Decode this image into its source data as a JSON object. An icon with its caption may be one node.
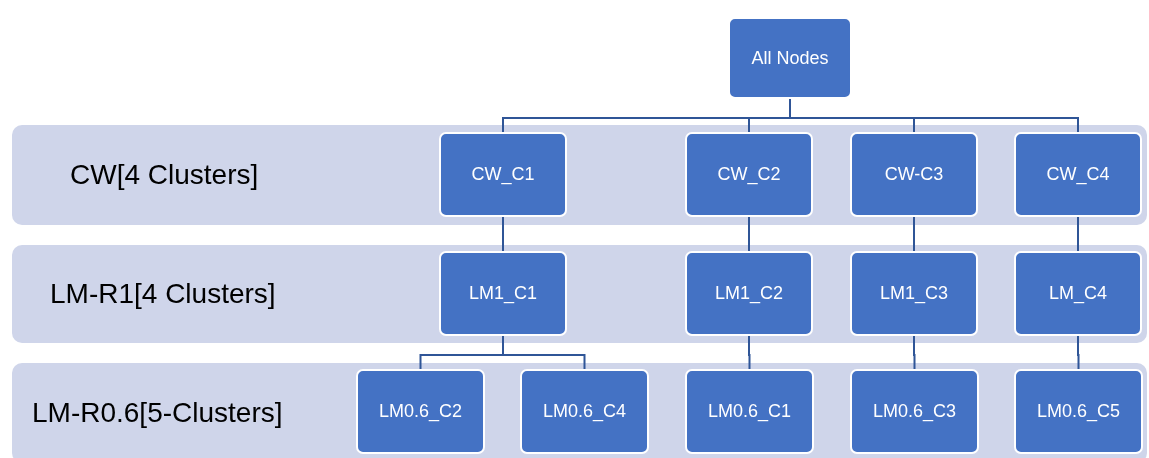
{
  "diagram": {
    "nodes": [
      {
        "text": [
          "All Nodes"
        ]
      },
      {
        "text": [
          "CW[4 Clusters]"
        ]
      },
      {
        "text": [
          "CW_C1"
        ],
        "in": 1
      },
      {
        "text": [
          "CW_C2"
        ],
        "in": 1
      },
      {
        "text": [
          "CW-C3"
        ],
        "in": 1
      },
      {
        "text": [
          "CW_C4"
        ],
        "in": 1
      },
      {
        "text": [
          "LM-R1[4 Clusters]"
        ]
      },
      {
        "text": [
          "LM1_C1"
        ],
        "in": 6
      },
      {
        "text": [
          "LM1_C2"
        ],
        "in": 6
      },
      {
        "text": [
          "LM1_C3"
        ],
        "in": 6
      },
      {
        "text": [
          "LM_C4"
        ],
        "in": 6
      },
      {
        "text": [
          "LM-R0.6[5-Clusters]"
        ]
      },
      {
        "text": [
          "LM0.6_C2"
        ],
        "in": 11
      },
      {
        "text": [
          "LM0.6_C4"
        ],
        "in": 11
      },
      {
        "text": [
          "LM0.6_C1"
        ],
        "in": 11
      },
      {
        "text": [
          "LM0.6_C3"
        ],
        "in": 11
      },
      {
        "text": [
          "LM0.6_C5"
        ],
        "in": 11
      }
    ],
    "edges": [
      {
        "from": 0,
        "to": 2,
        "arrow": "none"
      },
      {
        "from": 0,
        "to": 3,
        "arrow": "none"
      },
      {
        "from": 0,
        "to": 4,
        "arrow": "none"
      },
      {
        "from": 0,
        "to": 5,
        "arrow": "none"
      },
      {
        "from": 2,
        "to": 7,
        "arrow": "none"
      },
      {
        "from": 3,
        "to": 8,
        "arrow": "none"
      },
      {
        "from": 4,
        "to": 9,
        "arrow": "none"
      },
      {
        "from": 5,
        "to": 10,
        "arrow": "none"
      },
      {
        "from": 7,
        "to": 12,
        "arrow": "none"
      },
      {
        "from": 7,
        "to": 13,
        "arrow": "none"
      },
      {
        "from": 8,
        "to": 14,
        "arrow": "none"
      },
      {
        "from": 9,
        "to": 15,
        "arrow": "none"
      },
      {
        "from": 10,
        "to": 16,
        "arrow": "none"
      }
    ]
  }
}
